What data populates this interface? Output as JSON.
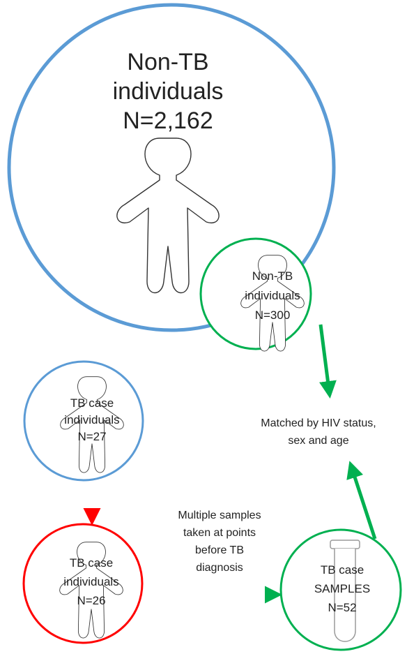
{
  "colors": {
    "blue": "#5b9bd5",
    "green": "#00b050",
    "red": "#ff0000",
    "text": "#222222"
  },
  "nodes": {
    "non_tb_all": {
      "title_line1": "Non-TB",
      "title_line2": "individuals",
      "count": "N=2,162"
    },
    "non_tb_matched": {
      "title_line1": "Non-TB",
      "title_line2": "individuals",
      "count": "N=300"
    },
    "tb_cases_initial": {
      "title_line1": "TB case",
      "title_line2": "individuals",
      "count": "N=27"
    },
    "tb_cases_final": {
      "title_line1": "TB case",
      "title_line2": "individuals",
      "count": "N=26"
    },
    "tb_samples": {
      "title_line1": "TB case",
      "title_line2": "SAMPLES",
      "count": "N=52"
    }
  },
  "labels": {
    "matched_line1": "Matched by HIV status,",
    "matched_line2": "sex and age",
    "samples_line1": "Multiple samples",
    "samples_line2": "taken at points",
    "samples_line3": "before TB",
    "samples_line4": "diagnosis"
  },
  "icons": {
    "person": "person-outline-icon",
    "tube": "test-tube-icon"
  }
}
